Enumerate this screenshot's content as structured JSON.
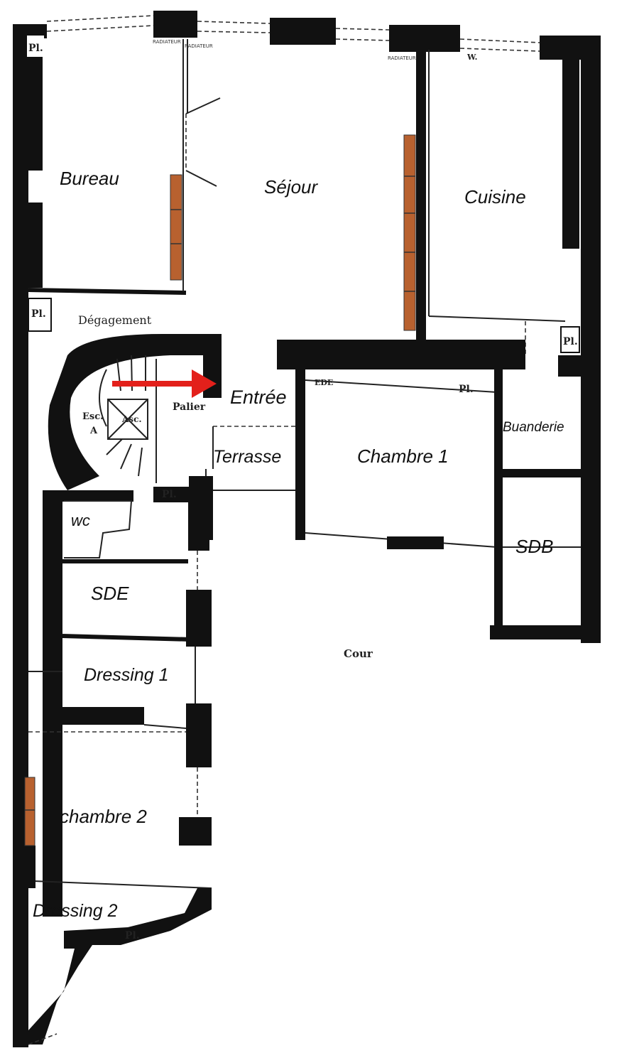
{
  "rooms": {
    "bureau": "Bureau",
    "sejour": "Séjour",
    "cuisine": "Cuisine",
    "entree": "Entrée",
    "terrasse": "Terrasse",
    "chambre1": "Chambre 1",
    "buanderie": "Buanderie",
    "sdb": "SDB",
    "wc": "wc",
    "sde": "SDE",
    "dressing1": "Dressing 1",
    "chambre2": "chambre 2",
    "dressing2": "Dressing 2"
  },
  "annotations": {
    "degagement": "Dégagement",
    "palier": "Palier",
    "esc": "Esc.",
    "esc_letter": "A",
    "asc": "Asc.",
    "cour": "Cour",
    "ede": "EDE",
    "placard": "Pl.",
    "radiateur": "RADIATEUR",
    "wv": "W."
  },
  "colors": {
    "wall": "#111111",
    "radiator": "#b8612f",
    "arrow": "#e3201b"
  }
}
